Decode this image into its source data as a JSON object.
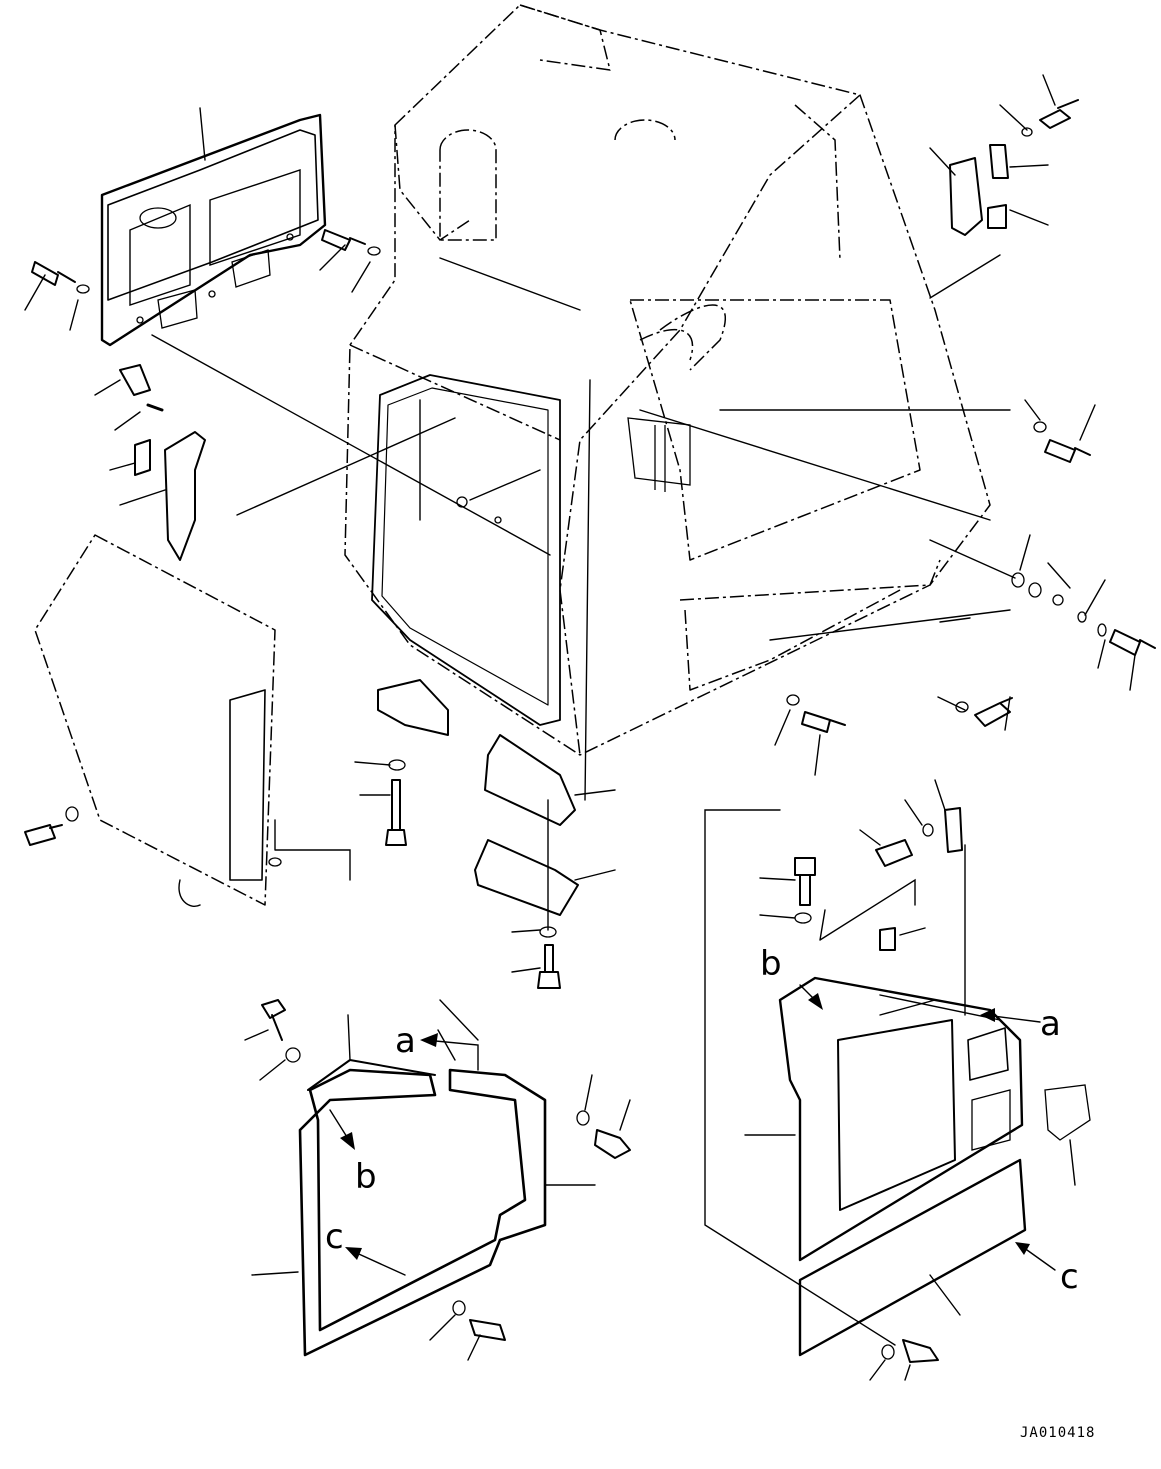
{
  "drawing_code": "JA010418",
  "reference_marks": {
    "a_top": "a",
    "a_right": "a",
    "b_left": "b",
    "b_right": "b",
    "c_left": "c",
    "c_right": "c"
  },
  "colors": {
    "line": "#000000",
    "background": "#ffffff"
  }
}
